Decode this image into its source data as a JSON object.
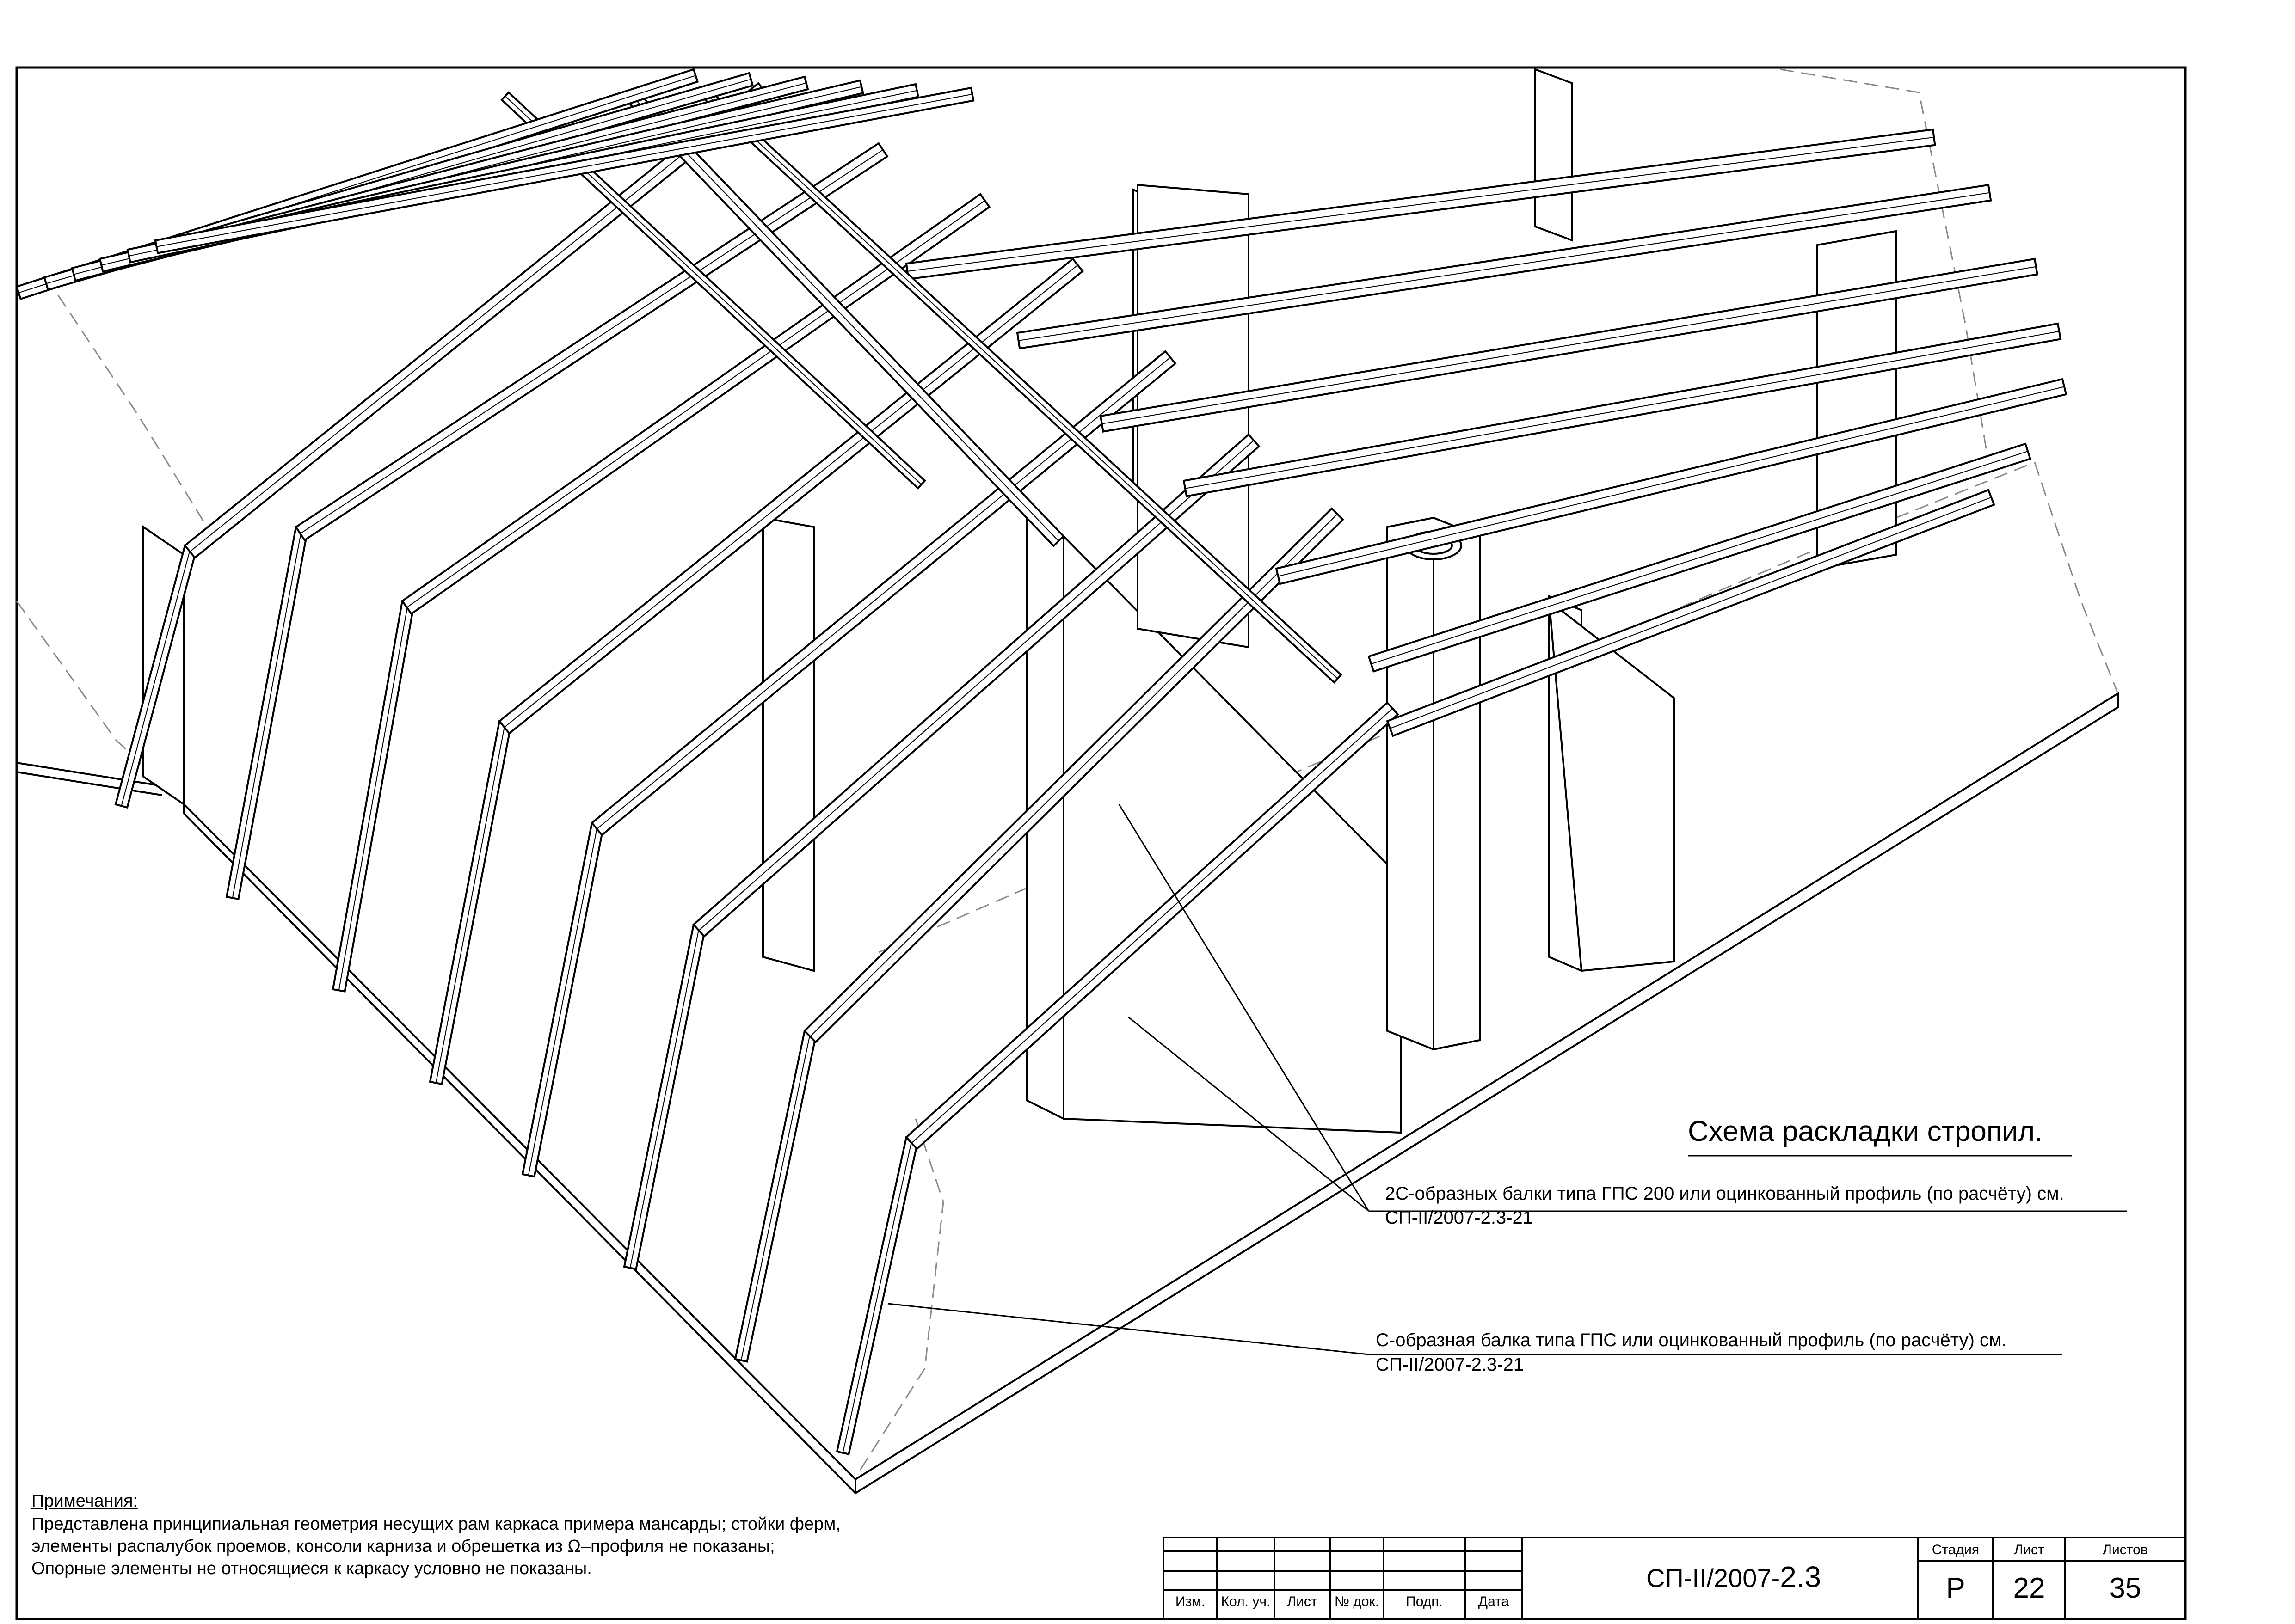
{
  "drawing": {
    "title": "Схема раскладки стропил.",
    "callouts": [
      {
        "line1": "2С-образных балки типа ГПС 200 или оцинкованный профиль (по расчёту) см.",
        "line2": "СП-II/2007-2.3-21"
      },
      {
        "line1": "С-образная балка типа ГПС или оцинкованный профиль (по расчёту) см.",
        "line2": "СП-II/2007-2.3-21"
      }
    ]
  },
  "notes": {
    "heading": "Примечания:",
    "lines": [
      "Представлена принципиальная геометрия несущих рам каркаса примера мансарды; стойки ферм,",
      "элементы распалубок проемов, консоли карниза и обрешетка из  Ω–профиля не показаны;",
      "Опорные элементы не относящиеся к каркасу условно не показаны."
    ]
  },
  "title_block": {
    "columns": [
      "Изм.",
      "Кол. уч.",
      "Лист",
      "№ док.",
      "Подп.",
      "Дата"
    ],
    "doc_code": "СП-II/2007-",
    "doc_code_suffix": "2.3",
    "stage_label": "Стадия",
    "sheet_label": "Лист",
    "sheets_label": "Листов",
    "stage": "Р",
    "sheet": "22",
    "sheets": "35"
  }
}
